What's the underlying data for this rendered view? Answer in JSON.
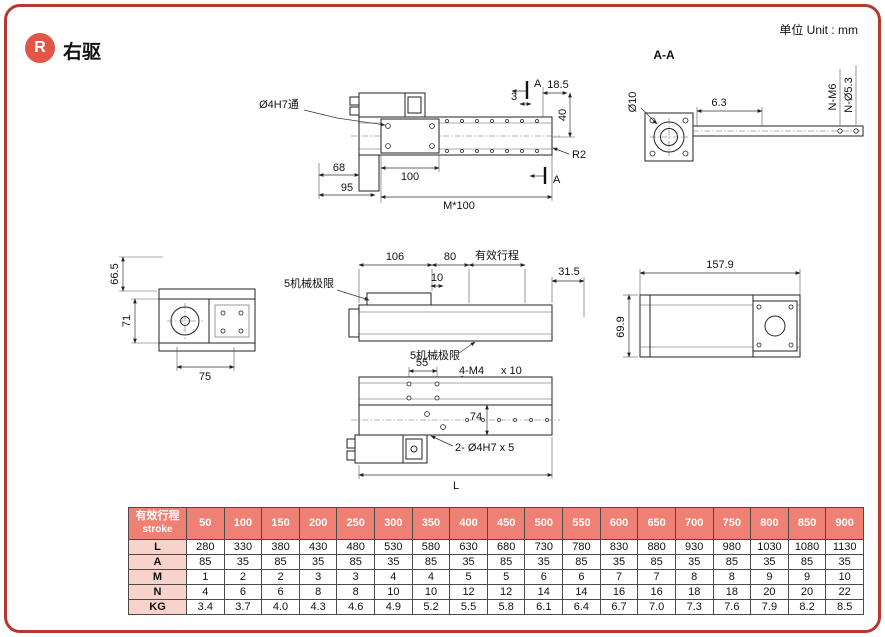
{
  "page": {
    "badge": "R",
    "title": "右驱",
    "unit_label": "单位 Unit : mm",
    "accent_color": "#b43a2f",
    "badge_color": "#e25549"
  },
  "drawings": {
    "plan_view": {
      "hole_callout": "Ø4H7通",
      "dim_68": "68",
      "dim_95": "95",
      "dim_100": "100",
      "dim_m100": "M*100",
      "section_a_top": "A",
      "section_a_bottom": "A",
      "dim_18_5": "18.5",
      "dim_3": "3",
      "dim_40": "40",
      "dim_r2": "R2"
    },
    "section_aa": {
      "title": "A-A",
      "dim_d10": "Ø10",
      "dim_6_3": "6.3",
      "callout_n53": "N-Ø5.3",
      "callout_nm6": "N-M6"
    },
    "end_view": {
      "dim_66_5": "66.5",
      "dim_71": "71",
      "dim_75": "75"
    },
    "side_view": {
      "dim_106": "106",
      "dim_80": "80",
      "stroke_label": "有效行程",
      "dim_10": "10",
      "dim_31_5": "31.5",
      "limit_label_top": "5机械极限",
      "limit_label_bottom": "5机械极限"
    },
    "motor_side_view": {
      "dim_157_9": "157.9",
      "dim_69_9": "69.9"
    },
    "bottom_view": {
      "dim_55": "55",
      "callout_4m4": "4-M4",
      "callout_4m4_depth": "x  10",
      "dim_74": "74",
      "callout_4h7": "2- Ø4H7  x  5",
      "dim_l": "L"
    }
  },
  "table": {
    "header_cn": "有效行程",
    "header_en": "stroke",
    "strokes": [
      "50",
      "100",
      "150",
      "200",
      "250",
      "300",
      "350",
      "400",
      "450",
      "500",
      "550",
      "600",
      "650",
      "700",
      "750",
      "800",
      "850",
      "900"
    ],
    "rows": [
      {
        "label": "L",
        "values": [
          "280",
          "330",
          "380",
          "430",
          "480",
          "530",
          "580",
          "630",
          "680",
          "730",
          "780",
          "830",
          "880",
          "930",
          "980",
          "1030",
          "1080",
          "1130"
        ]
      },
      {
        "label": "A",
        "values": [
          "85",
          "35",
          "85",
          "35",
          "85",
          "35",
          "85",
          "35",
          "85",
          "35",
          "85",
          "35",
          "85",
          "35",
          "85",
          "35",
          "85",
          "35"
        ]
      },
      {
        "label": "M",
        "values": [
          "1",
          "2",
          "2",
          "3",
          "3",
          "4",
          "4",
          "5",
          "5",
          "6",
          "6",
          "7",
          "7",
          "8",
          "8",
          "9",
          "9",
          "10"
        ]
      },
      {
        "label": "N",
        "values": [
          "4",
          "6",
          "6",
          "8",
          "8",
          "10",
          "10",
          "12",
          "12",
          "14",
          "14",
          "16",
          "16",
          "18",
          "18",
          "20",
          "20",
          "22"
        ]
      },
      {
        "label": "KG",
        "values": [
          "3.4",
          "3.7",
          "4.0",
          "4.3",
          "4.6",
          "4.9",
          "5.2",
          "5.5",
          "5.8",
          "6.1",
          "6.4",
          "6.7",
          "7.0",
          "7.3",
          "7.6",
          "7.9",
          "8.2",
          "8.5"
        ]
      }
    ]
  }
}
